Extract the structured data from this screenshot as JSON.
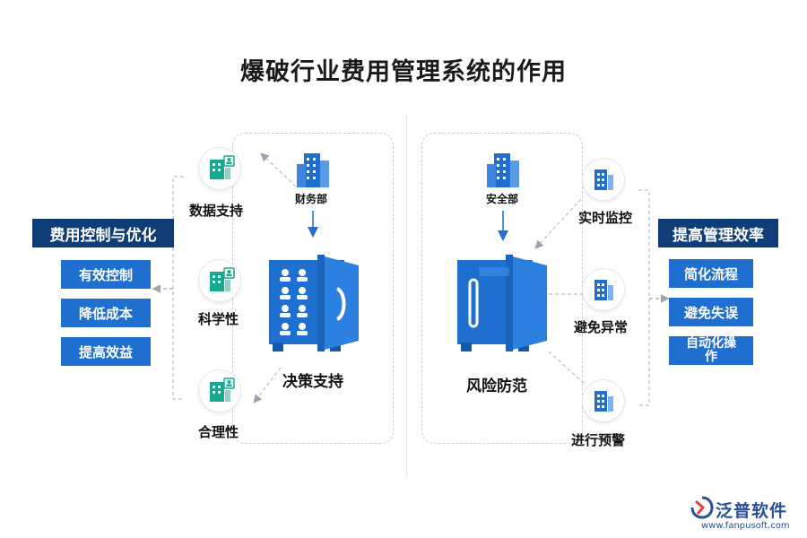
{
  "title": "爆破行业费用管理系统的作用",
  "left": {
    "header": "费用控制与优化",
    "buttons": [
      "有效控制",
      "降低成本",
      "提高效益"
    ],
    "dept": "财务部",
    "center_label": "决策支持",
    "nodes": [
      "数据支持",
      "科学性",
      "合理性"
    ]
  },
  "right": {
    "header": "提高管理效率",
    "buttons": [
      "简化流程",
      "避免失误",
      "自动化操作"
    ],
    "dept": "安全部",
    "center_label": "风险防范",
    "nodes": [
      "实时监控",
      "避免异常",
      "进行预警"
    ]
  },
  "brand": {
    "name": "泛普软件",
    "url": "www.fanpusoft.com"
  },
  "colors": {
    "navy": "#0f3d78",
    "blue": "#1f6fd1",
    "icon_teal": "#17a98f",
    "icon_blue": "#1f6fd1"
  }
}
